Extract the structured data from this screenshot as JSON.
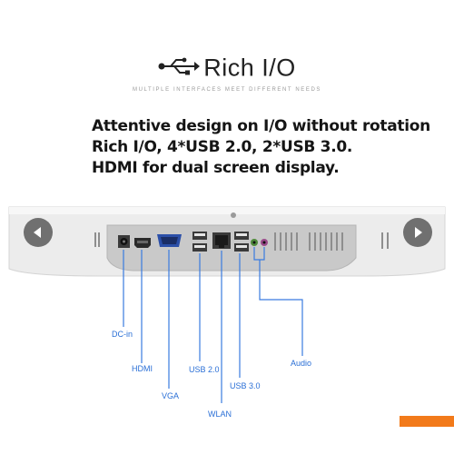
{
  "header": {
    "title": "Rich I/O",
    "subtitle": "MULTIPLE INTERFACES MEET DIFFERENT NEEDS"
  },
  "description": {
    "lines": [
      "Attentive design on I/O without rotation",
      "Rich I/O, 4*USB 2.0, 2*USB 3.0.",
      "HDMI for dual screen display."
    ]
  },
  "ports": {
    "dc_in": "DC-in",
    "hdmi": "HDMI",
    "vga": "VGA",
    "usb20": "USB 2.0",
    "wlan": "WLAN",
    "usb30": "USB 3.0",
    "audio": "Audio"
  },
  "nav": {
    "prev_icon": "chevron-left-icon",
    "next_icon": "chevron-right-icon"
  },
  "colors": {
    "label_blue": "#2a6fd6",
    "accent_orange": "#f27a1a"
  }
}
